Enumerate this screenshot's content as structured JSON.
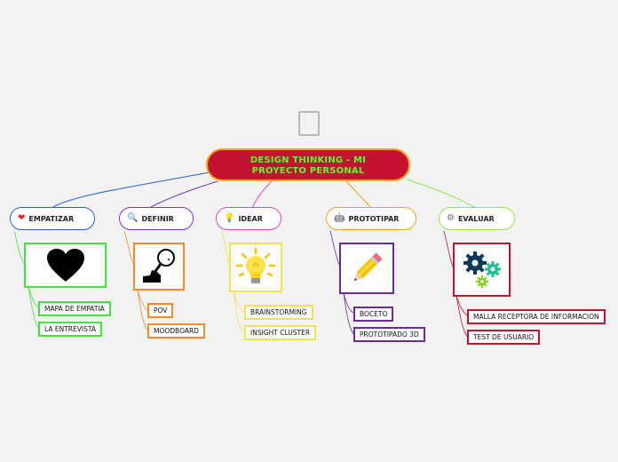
{
  "root": {
    "title_line1": "DESIGN THINKING - MI",
    "title_line2": "PROYECTO PERSONAL"
  },
  "colors": {
    "root_fill": "#c41230",
    "root_text": "#52ff2d",
    "root_border": "#f7a21b",
    "empatizar": "#2a5fd8",
    "definir": "#7a35d6",
    "idear": "#e145c9",
    "prototipar": "#f7a21b",
    "evaluar": "#8ee84a",
    "empatizar_leaf": "#3ee83a",
    "definir_leaf": "#f58a2a",
    "idear_leaf": "#f2e34a",
    "prototipar_leaf": "#6a2d96",
    "evaluar_leaf": "#c41230"
  },
  "branches": [
    {
      "label": "EMPATIZAR",
      "icon": "heart-icon",
      "image": "heart-image",
      "leaves": [
        "MAPA DE EMPATIA",
        "LA ENTREVISTA"
      ]
    },
    {
      "label": "DEFINIR",
      "icon": "magnifier-icon",
      "image": "hand-magnifier-image",
      "leaves": [
        "POV",
        "MOODBOARD"
      ]
    },
    {
      "label": "IDEAR",
      "icon": "lightbulb-icon",
      "image": "lightbulb-image",
      "leaves": [
        "BRAINSTORMING",
        "INSIGHT CLUSTER"
      ]
    },
    {
      "label": "PROTOTIPAR",
      "icon": "robot-icon",
      "image": "pencil-image",
      "leaves": [
        "BOCETO",
        "PROTOTIPADO 3D"
      ]
    },
    {
      "label": "EVALUAR",
      "icon": "gear-icon",
      "image": "gears-image",
      "leaves": [
        "MALLA RECEPTORA DE INFORMACIÓN",
        "TEST DE USUARIO"
      ]
    }
  ]
}
